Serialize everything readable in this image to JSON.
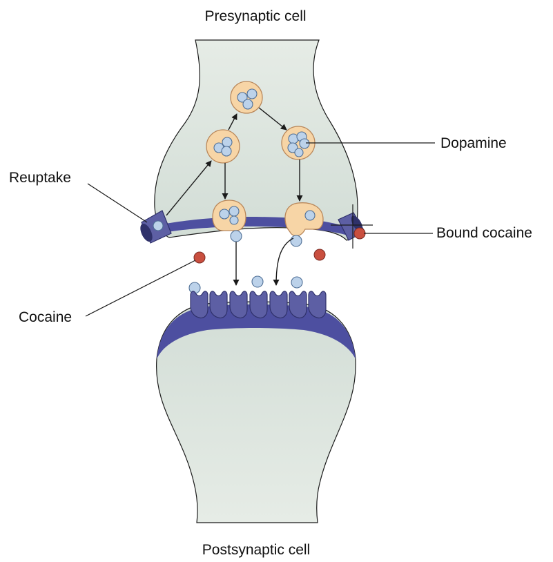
{
  "labels": {
    "presynaptic": "Presynaptic cell",
    "postsynaptic": "Postsynaptic cell",
    "dopamine": "Dopamine",
    "reuptake": "Reuptake",
    "bound_cocaine": "Bound cocaine",
    "cocaine": "Cocaine"
  },
  "colors": {
    "cell_fill": "#dbe3dc",
    "membrane": "#4d4fa0",
    "vesicle": "#f7d5a6",
    "dopamine": "#bcd2ea",
    "cocaine": "#c94f3f",
    "transporter": "#4d4f9c"
  }
}
